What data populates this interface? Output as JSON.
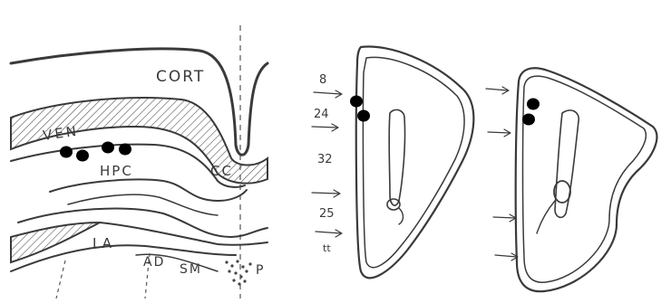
{
  "left_panel": {
    "labels": {
      "cort": "CORT",
      "ven": "VEN",
      "hpc": "HPC",
      "cc": "CC",
      "la": "LA",
      "ad": "AD",
      "sm": "SM",
      "p": "P"
    }
  },
  "middle_panel": {
    "labels": [
      "8",
      "24",
      "32",
      "25",
      "tt"
    ]
  },
  "colors": {
    "line": "#3a3a3a",
    "dot": "#000000",
    "background": "#ffffff"
  }
}
